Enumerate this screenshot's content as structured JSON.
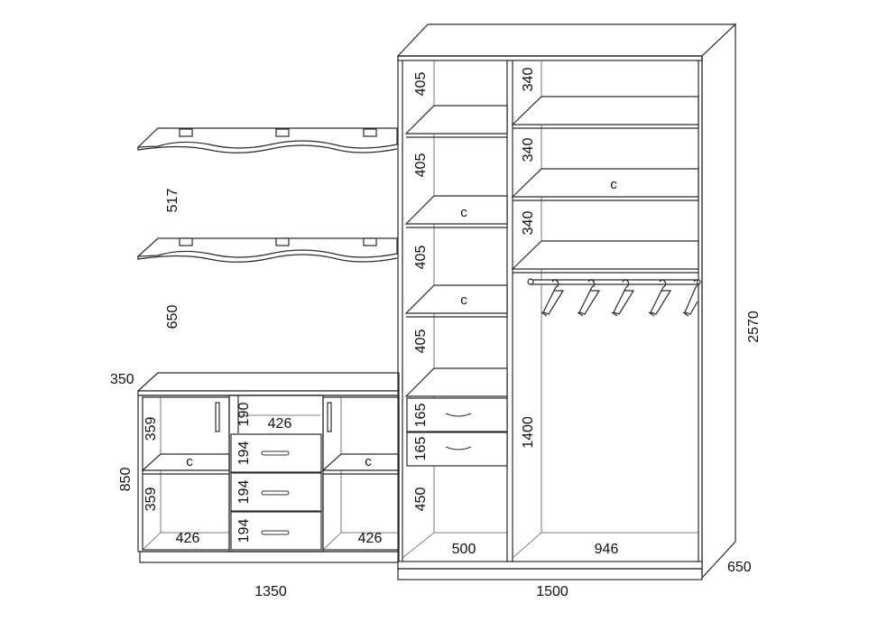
{
  "wall_shelves": {
    "gap_between_shelves": "517",
    "height_above_cabinet": "650"
  },
  "sideboard": {
    "depth": "350",
    "height": "850",
    "width": "1350",
    "left_section": {
      "upper_height": "359",
      "lower_height": "359",
      "shelf_mark": "c",
      "inner_width": "426"
    },
    "center_section": {
      "niche_height": "190",
      "niche_width": "426",
      "drawer_heights": [
        "194",
        "194",
        "194"
      ]
    },
    "right_section": {
      "shelf_mark": "c",
      "inner_width": "426"
    }
  },
  "wardrobe": {
    "height": "2570",
    "width": "1500",
    "depth": "650",
    "left_column": {
      "compartment_heights": [
        "405",
        "405",
        "405",
        "405"
      ],
      "shelf_marks": [
        "c",
        "c"
      ],
      "drawer_heights": [
        "165",
        "165"
      ],
      "bottom_height": "450",
      "inner_width": "500"
    },
    "right_column": {
      "compartment_heights": [
        "340",
        "340",
        "340"
      ],
      "shelf_mark": "c",
      "hanging_height": "1400",
      "inner_width": "946"
    }
  }
}
